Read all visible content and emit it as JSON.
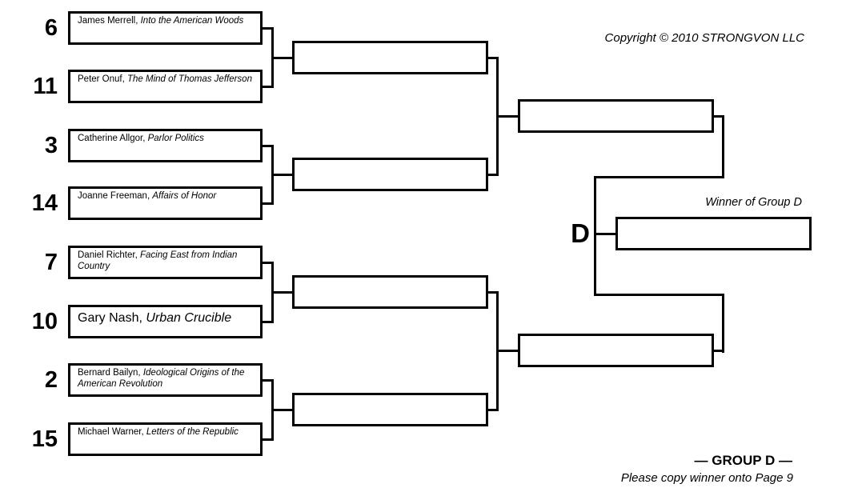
{
  "header": {
    "copyright": "Copyright © 2010 STRONGVON LLC"
  },
  "bracket": {
    "group_letter": "D",
    "winner_label": "Winner of Group D",
    "entries": [
      {
        "seed": "6",
        "author": "James Merrell,",
        "title": "Into the American Woods"
      },
      {
        "seed": "11",
        "author": "Peter Onuf,",
        "title": "The Mind of Thomas Jefferson"
      },
      {
        "seed": "3",
        "author": "Catherine Allgor,",
        "title": "Parlor Politics"
      },
      {
        "seed": "14",
        "author": "Joanne Freeman,",
        "title": "Affairs of Honor"
      },
      {
        "seed": "7",
        "author": "Daniel Richter,",
        "title": "Facing East from Indian Country"
      },
      {
        "seed": "10",
        "author": "Gary Nash,",
        "title": "Urban Crucible"
      },
      {
        "seed": "2",
        "author": "Bernard Bailyn,",
        "title": "Ideological Origins of the American Revolution"
      },
      {
        "seed": "15",
        "author": "Michael Warner,",
        "title": "Letters of the Republic"
      }
    ]
  },
  "footer": {
    "group_label": "— GROUP D —",
    "note": "Please copy winner onto Page 9"
  },
  "colors": {
    "ink": "#000000",
    "paper": "#ffffff"
  }
}
